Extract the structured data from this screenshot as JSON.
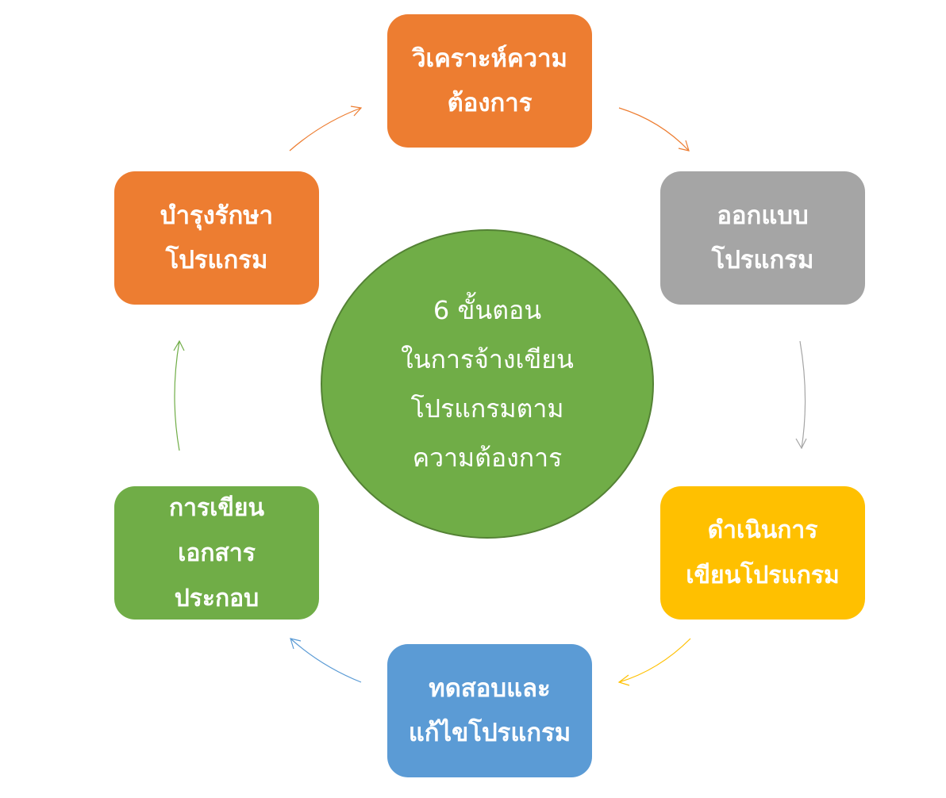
{
  "center": {
    "text": "6 ขั้นตอน\nในการจ้างเขียน\nโปรแกรมตาม\nความต้องการ",
    "color": "#70AD47"
  },
  "steps": [
    {
      "label": "วิเคราะห์ความ\nต้องการ",
      "color": "#ED7D31"
    },
    {
      "label": "ออกแบบ\nโปรแกรม",
      "color": "#A5A5A5"
    },
    {
      "label": "ดำเนินการ\nเขียนโปรแกรม",
      "color": "#FFC000"
    },
    {
      "label": "ทดสอบและ\nแก้ไขโปรแกรม",
      "color": "#5B9BD5"
    },
    {
      "label": "การเขียน\nเอกสาร\nประกอบ",
      "color": "#70AD47"
    },
    {
      "label": "บำรุงรักษา\nโปรแกรม",
      "color": "#ED7D31"
    }
  ],
  "connectors": [
    {
      "from": "step-1",
      "to": "step-2",
      "color": "#ED7D31"
    },
    {
      "from": "step-2",
      "to": "step-3",
      "color": "#A5A5A5"
    },
    {
      "from": "step-3",
      "to": "step-4",
      "color": "#FFC000"
    },
    {
      "from": "step-4",
      "to": "step-5",
      "color": "#5B9BD5"
    },
    {
      "from": "step-5",
      "to": "step-6",
      "color": "#70AD47"
    },
    {
      "from": "step-6",
      "to": "step-1",
      "color": "#ED7D31"
    }
  ]
}
